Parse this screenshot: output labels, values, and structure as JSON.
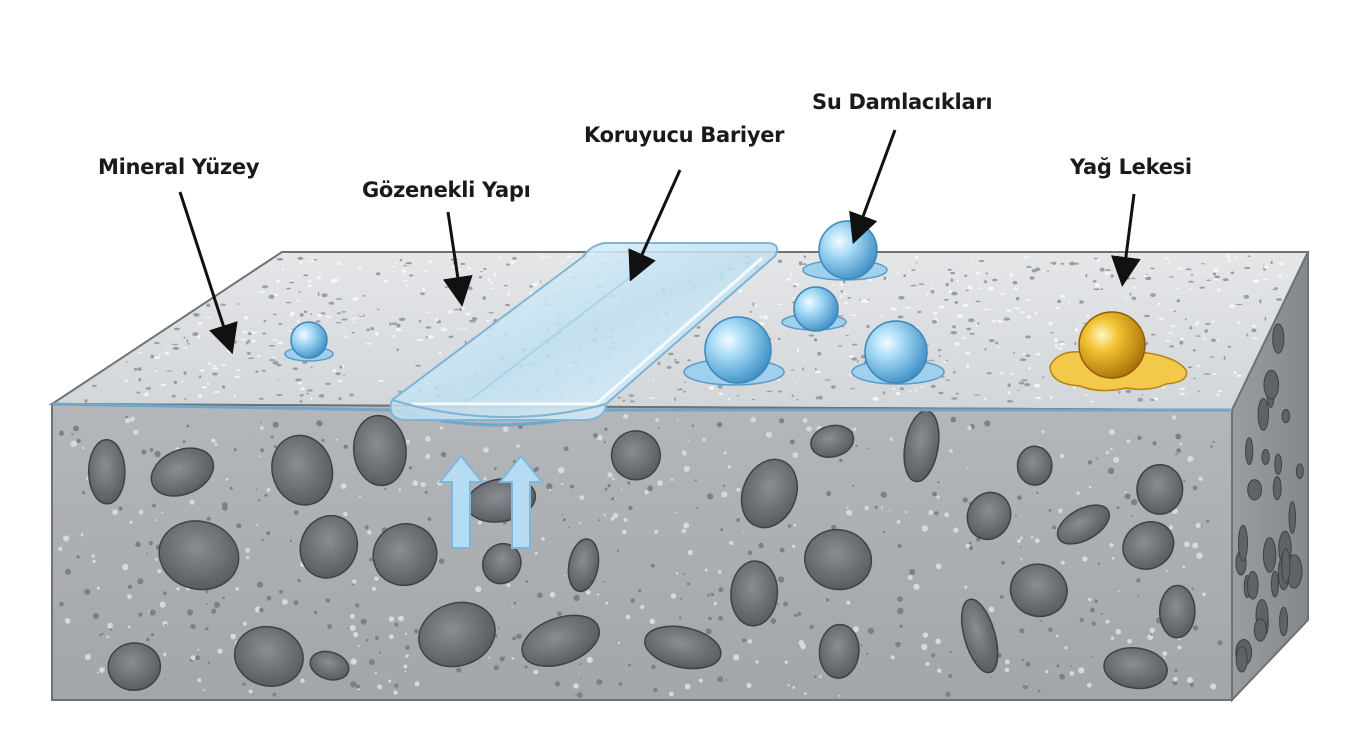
{
  "labels": {
    "mineral_surface": "Mineral Yüzey",
    "porous_structure": "Gözenekli Yapı",
    "protective_barrier": "Koruyucu Bariyer",
    "water_droplets": "Su Damlacıkları",
    "oil_stain": "Yağ Lekesi"
  },
  "colors": {
    "concrete_top": "#d9dcde",
    "concrete_side": "#a9acaf",
    "pore": "#6f7277",
    "water": "#7ec3ea",
    "oil": "#e0a814",
    "barrier": "#cfe6f3",
    "arrow": "#a8d3ef"
  }
}
